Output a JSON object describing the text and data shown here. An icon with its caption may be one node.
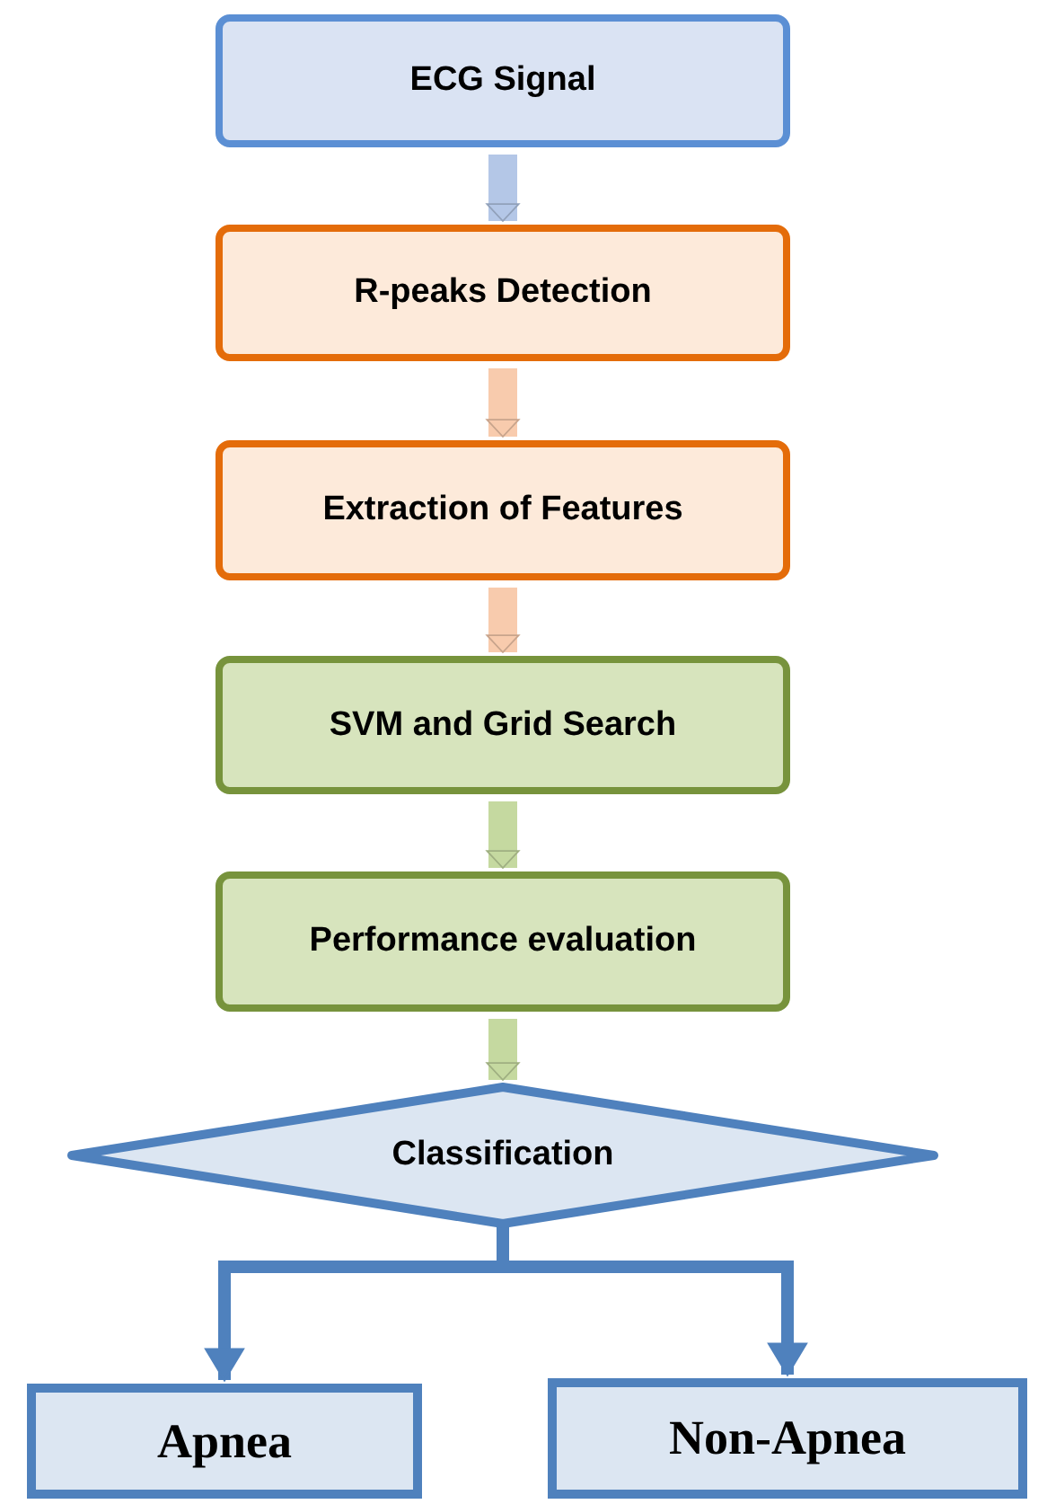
{
  "diagram": {
    "nodes": [
      {
        "text": [
          "ECG Signal"
        ]
      },
      {
        "text": [
          "R-peaks Detection"
        ]
      },
      {
        "text": [
          "Extraction of Features"
        ]
      },
      {
        "text": [
          "SVM and Grid Search"
        ]
      },
      {
        "text": [
          "Performance evaluation"
        ]
      },
      {
        "text": [
          "Classification"
        ]
      },
      {
        "text": [
          "Apnea"
        ]
      },
      {
        "text": [
          "Non-Apnea"
        ]
      }
    ],
    "edges": [
      {
        "from": 0,
        "to": 1,
        "arrow": "to",
        "color": "#b4c7e7"
      },
      {
        "from": 1,
        "to": 2,
        "arrow": "to",
        "color": "#f8cbad"
      },
      {
        "from": 2,
        "to": 3,
        "arrow": "to",
        "color": "#f8cbad"
      },
      {
        "from": 3,
        "to": 4,
        "arrow": "to",
        "color": "#c5d9a0"
      },
      {
        "from": 4,
        "to": 5,
        "arrow": "to",
        "color": "#c5d9a0"
      },
      {
        "from": 5,
        "to": 6,
        "arrow": "to",
        "color": "#4f81bd"
      },
      {
        "from": 5,
        "to": 7,
        "arrow": "to",
        "color": "#4f81bd"
      }
    ]
  }
}
